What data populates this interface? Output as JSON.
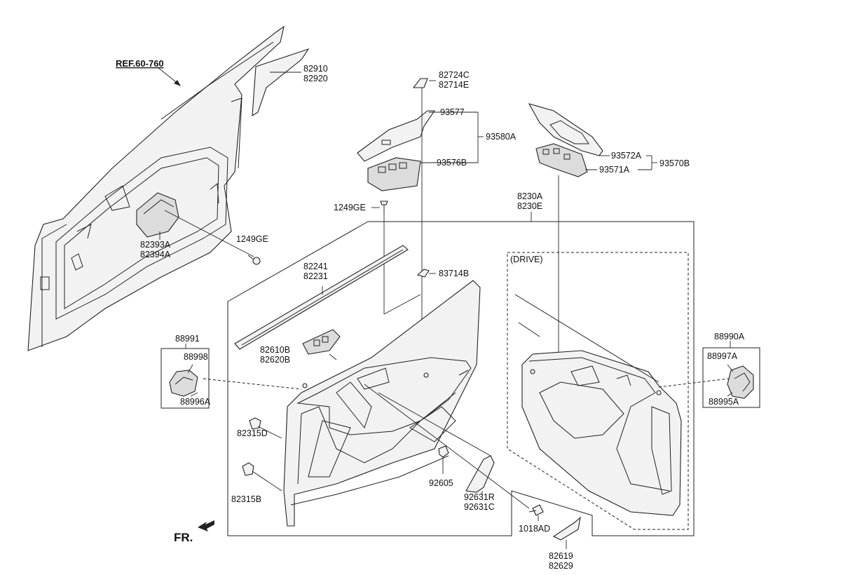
{
  "labels": {
    "ref": "REF.60-760",
    "p82910": "82910",
    "p82920": "82920",
    "p82724C": "82724C",
    "p82714E": "82714E",
    "p93577": "93577",
    "p93580A": "93580A",
    "p93576B": "93576B",
    "p93572A": "93572A",
    "p93570B": "93570B",
    "p93571A": "93571A",
    "p8230A": "8230A",
    "p8230E": "8230E",
    "p1249GE_top": "1249GE",
    "p82393A": "82393A",
    "p82394A": "82394A",
    "p1249GE_side": "1249GE",
    "p82241": "82241",
    "p82231": "82231",
    "p83714B": "83714B",
    "drive": "(DRIVE)",
    "p88991": "88991",
    "p88998": "88998",
    "p88996A": "88996A",
    "p82610B": "82610B",
    "p82620B": "82620B",
    "p88990A": "88990A",
    "p88997A": "88997A",
    "p88995A": "88995A",
    "p82315D": "82315D",
    "p82315B": "82315B",
    "p92605": "92605",
    "p92631R": "92631R",
    "p92631C": "92631C",
    "p1018AD": "1018AD",
    "p82619": "82619",
    "p82629": "82629",
    "fr": "FR."
  }
}
